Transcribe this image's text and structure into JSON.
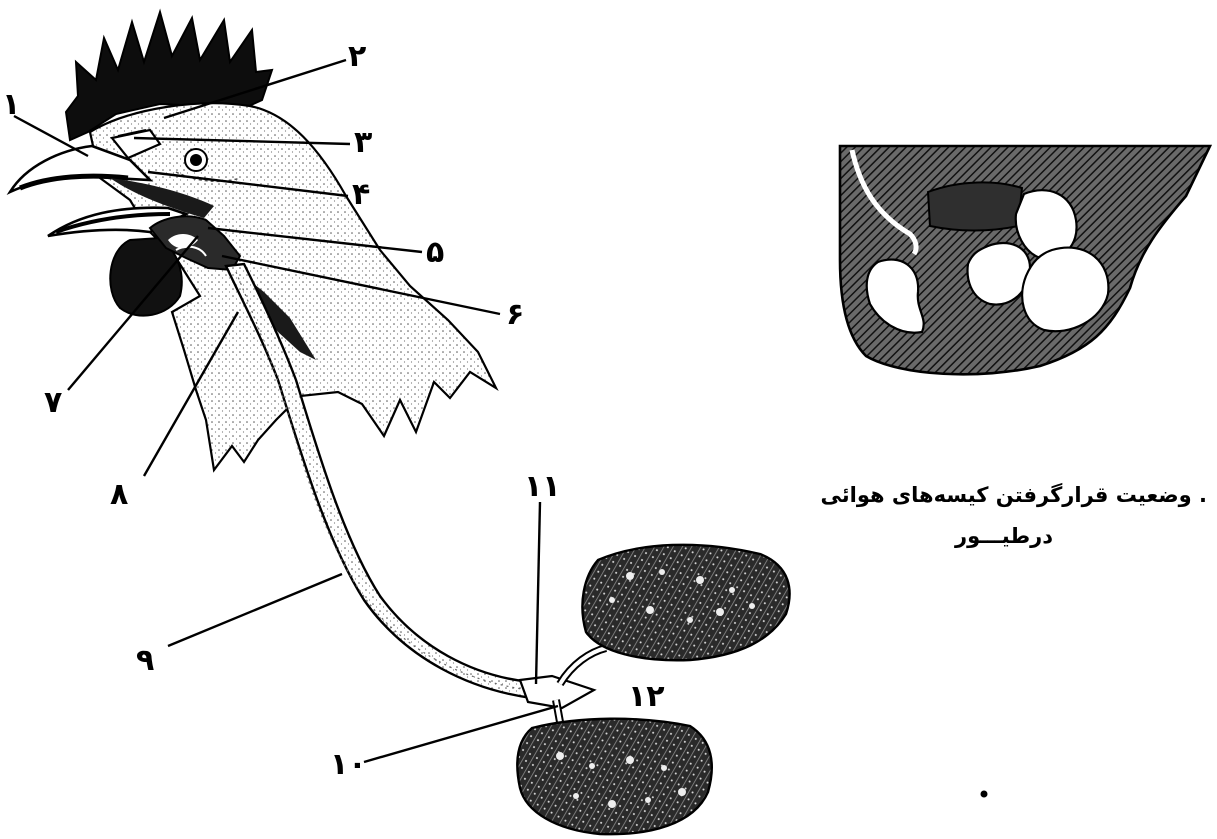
{
  "labels": {
    "l1": "۱",
    "l2": "۲",
    "l3": "۳",
    "l4": "۴",
    "l5": "۵",
    "l6": "۶",
    "l7": "۷",
    "l8": "۸",
    "l9": "۹",
    "l10": "۱۰",
    "l11": "۱۱",
    "l12": "۱۲"
  },
  "caption": {
    "line1": ". وضعیت قرارگرفتن کیسه‌های هوائی",
    "line2": "درطیـــور"
  },
  "colors": {
    "ink": "#000000",
    "paper": "#ffffff",
    "stipple": "#444444"
  }
}
